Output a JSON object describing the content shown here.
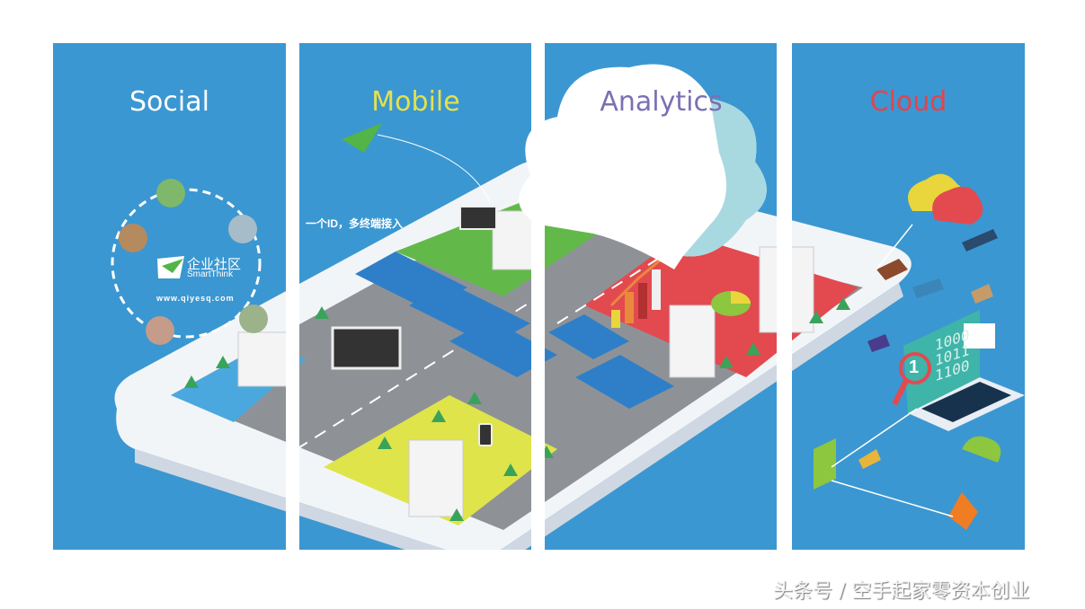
{
  "panels": [
    {
      "title": "Social",
      "color": "#ffffff"
    },
    {
      "title": "Mobile",
      "color": "#e6e14a"
    },
    {
      "title": "Analytics",
      "color": "#7b70b3"
    },
    {
      "title": "Cloud",
      "color": "#e2444e"
    }
  ],
  "background_color": "#3b97d1",
  "social": {
    "logo_cn": "企业社区",
    "logo_en": "SmartThink",
    "url": "www.qiyesq.com"
  },
  "mobile": {
    "tagline": "一个ID，多终端接入"
  },
  "cloud": {
    "laptop_binary": [
      "1000",
      "1011",
      "1100"
    ],
    "magnifier_digit": "1"
  },
  "watermark": "头条号 / 空手起家零资本创业"
}
